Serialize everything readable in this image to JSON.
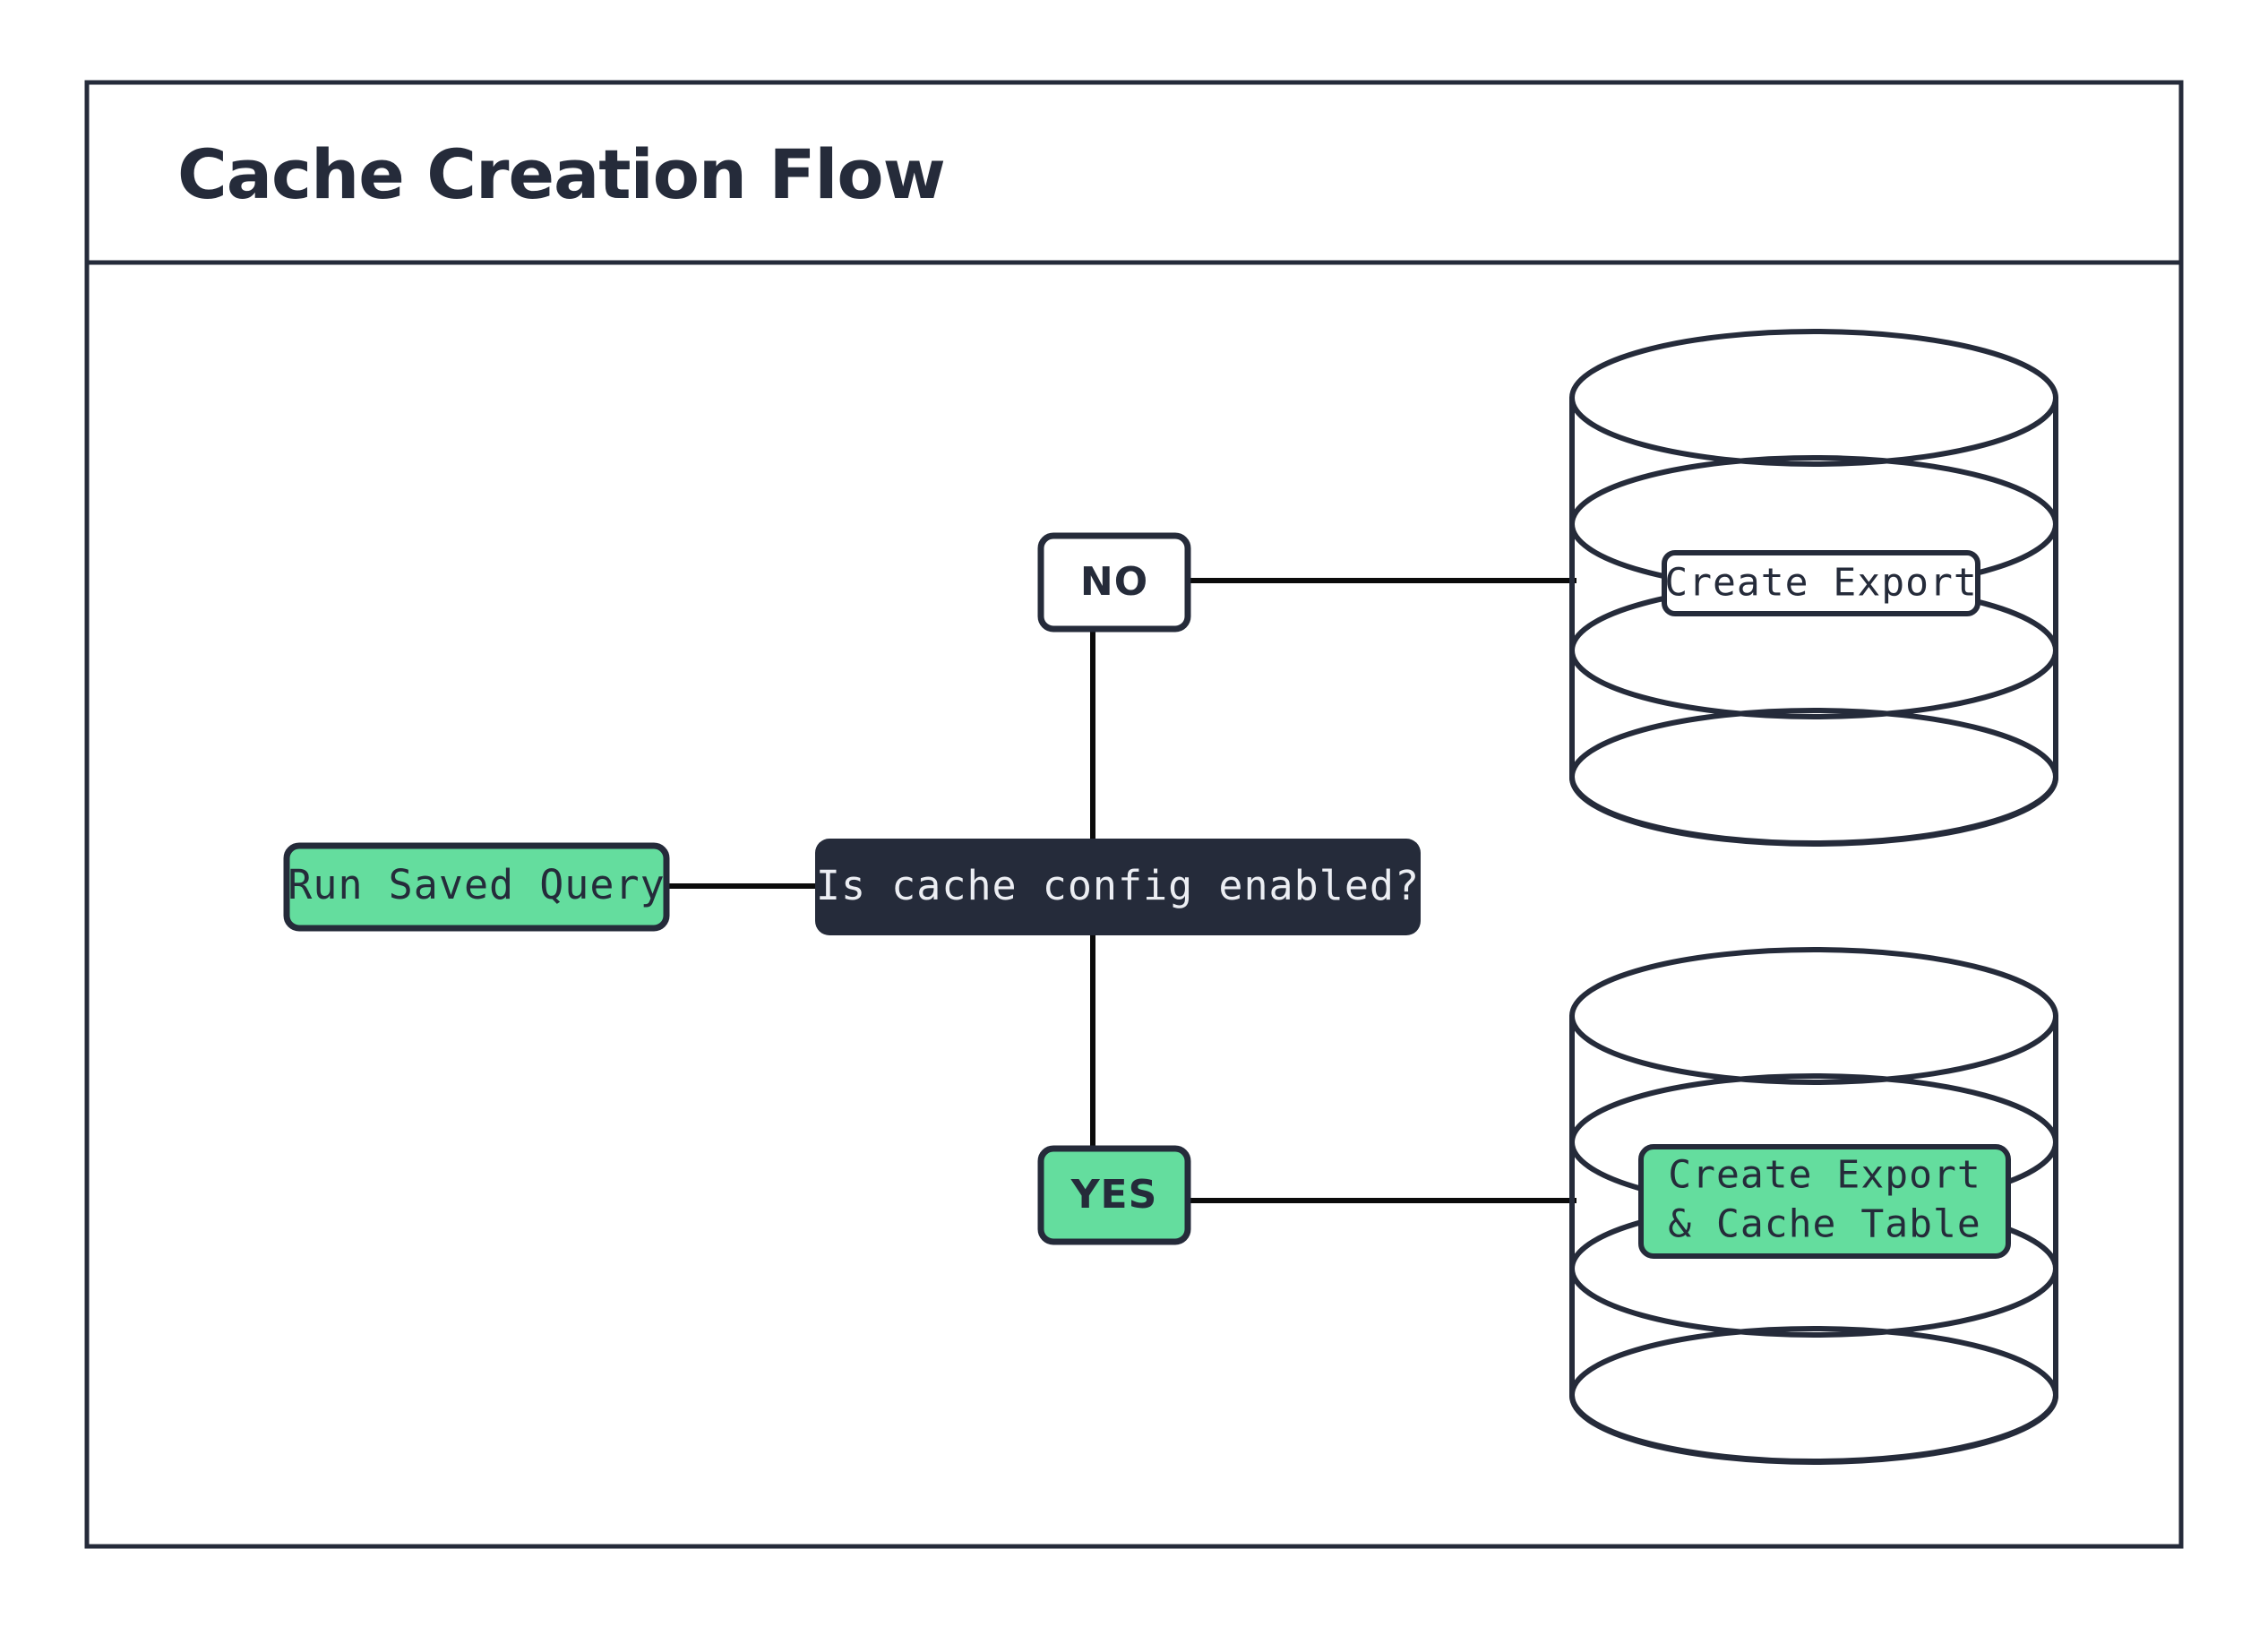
{
  "diagram": {
    "title": "Cache Creation Flow",
    "type": "flowchart",
    "colors": {
      "ink": "#252b3a",
      "accent_green": "#64dd9e",
      "surface": "#ffffff",
      "dark_node_text": "#eceef3"
    },
    "nodes": [
      {
        "id": "run-saved-query",
        "label": "Run Saved Query",
        "shape": "rounded-rect",
        "fill": "#64dd9e",
        "text_color": "#252b3a"
      },
      {
        "id": "decision",
        "label": "Is cache config enabled?",
        "shape": "rounded-rect",
        "fill": "#252b3a",
        "text_color": "#eceef3"
      },
      {
        "id": "branch-no",
        "label": "NO",
        "shape": "rounded-rect",
        "fill": "#ffffff",
        "text_color": "#252b3a"
      },
      {
        "id": "branch-yes",
        "label": "YES",
        "shape": "rounded-rect",
        "fill": "#64dd9e",
        "text_color": "#252b3a"
      },
      {
        "id": "create-export",
        "label": "Create Export",
        "shape": "database-cylinder",
        "fill": "#ffffff",
        "text_color": "#252b3a"
      },
      {
        "id": "create-export-cache-table",
        "label_line1": "Create Export",
        "label_line2": "& Cache Table",
        "shape": "database-cylinder",
        "fill": "#64dd9e",
        "text_color": "#252b3a"
      }
    ],
    "edges": [
      {
        "from": "run-saved-query",
        "to": "decision",
        "label": ""
      },
      {
        "from": "decision",
        "to": "branch-no",
        "label": "NO"
      },
      {
        "from": "decision",
        "to": "branch-yes",
        "label": "YES"
      },
      {
        "from": "branch-no",
        "to": "create-export",
        "label": ""
      },
      {
        "from": "branch-yes",
        "to": "create-export-cache-table",
        "label": ""
      }
    ]
  }
}
